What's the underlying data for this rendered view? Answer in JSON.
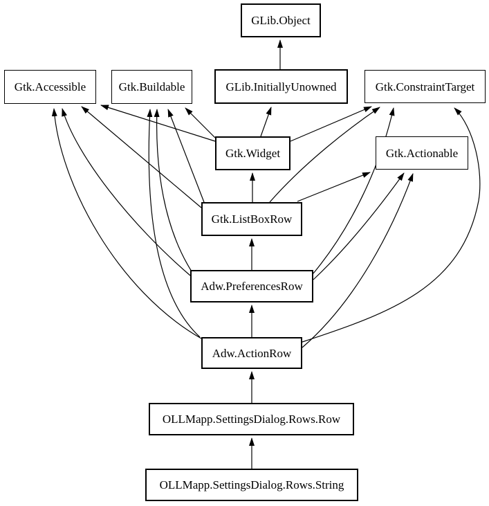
{
  "diagram": {
    "type": "class-inheritance-hierarchy",
    "colors": {
      "background": "#ffffff",
      "node_border": "#000000",
      "edge": "#000000",
      "text": "#000000"
    },
    "nodes": [
      {
        "id": "glib-object",
        "label": "GLib.Object",
        "kind": "class"
      },
      {
        "id": "gtk-accessible",
        "label": "Gtk.Accessible",
        "kind": "interface"
      },
      {
        "id": "gtk-buildable",
        "label": "Gtk.Buildable",
        "kind": "interface"
      },
      {
        "id": "glib-initiallyunowned",
        "label": "GLib.InitiallyUnowned",
        "kind": "class"
      },
      {
        "id": "gtk-constrainttarget",
        "label": "Gtk.ConstraintTarget",
        "kind": "interface"
      },
      {
        "id": "gtk-widget",
        "label": "Gtk.Widget",
        "kind": "class"
      },
      {
        "id": "gtk-actionable",
        "label": "Gtk.Actionable",
        "kind": "interface"
      },
      {
        "id": "gtk-listboxrow",
        "label": "Gtk.ListBoxRow",
        "kind": "class"
      },
      {
        "id": "adw-preferencesrow",
        "label": "Adw.PreferencesRow",
        "kind": "class"
      },
      {
        "id": "adw-actionrow",
        "label": "Adw.ActionRow",
        "kind": "class"
      },
      {
        "id": "ollmapp-row",
        "label": "OLLMapp.SettingsDialog.Rows.Row",
        "kind": "class"
      },
      {
        "id": "ollmapp-string",
        "label": "OLLMapp.SettingsDialog.Rows.String",
        "kind": "class"
      }
    ],
    "edges": [
      {
        "from": "glib-initiallyunowned",
        "to": "glib-object"
      },
      {
        "from": "gtk-widget",
        "to": "glib-initiallyunowned"
      },
      {
        "from": "gtk-widget",
        "to": "gtk-accessible"
      },
      {
        "from": "gtk-widget",
        "to": "gtk-buildable"
      },
      {
        "from": "gtk-widget",
        "to": "gtk-constrainttarget"
      },
      {
        "from": "gtk-listboxrow",
        "to": "gtk-widget"
      },
      {
        "from": "gtk-listboxrow",
        "to": "gtk-accessible"
      },
      {
        "from": "gtk-listboxrow",
        "to": "gtk-buildable"
      },
      {
        "from": "gtk-listboxrow",
        "to": "gtk-constrainttarget"
      },
      {
        "from": "gtk-listboxrow",
        "to": "gtk-actionable"
      },
      {
        "from": "adw-preferencesrow",
        "to": "gtk-listboxrow"
      },
      {
        "from": "adw-preferencesrow",
        "to": "gtk-accessible"
      },
      {
        "from": "adw-preferencesrow",
        "to": "gtk-buildable"
      },
      {
        "from": "adw-preferencesrow",
        "to": "gtk-constrainttarget"
      },
      {
        "from": "adw-preferencesrow",
        "to": "gtk-actionable"
      },
      {
        "from": "adw-actionrow",
        "to": "adw-preferencesrow"
      },
      {
        "from": "adw-actionrow",
        "to": "gtk-accessible"
      },
      {
        "from": "adw-actionrow",
        "to": "gtk-buildable"
      },
      {
        "from": "adw-actionrow",
        "to": "gtk-constrainttarget"
      },
      {
        "from": "adw-actionrow",
        "to": "gtk-actionable"
      },
      {
        "from": "ollmapp-row",
        "to": "adw-actionrow"
      },
      {
        "from": "ollmapp-string",
        "to": "ollmapp-row"
      }
    ]
  }
}
